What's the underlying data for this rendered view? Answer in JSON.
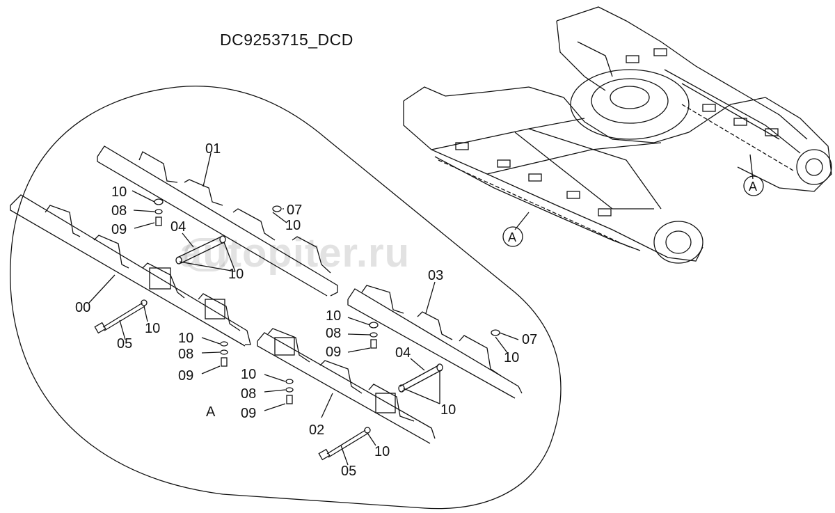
{
  "diagram": {
    "title": "DC9253715_DCD",
    "watermark": "autopiter.ru",
    "view_label": "A",
    "callouts": [
      {
        "id": "A",
        "label": "A"
      },
      {
        "id": "A",
        "label": "A"
      }
    ],
    "part_labels": [
      "01",
      "10",
      "08",
      "09",
      "04",
      "07",
      "10",
      "10",
      "00",
      "10",
      "05",
      "10",
      "08",
      "09",
      "03",
      "10",
      "08",
      "09",
      "07",
      "10",
      "04",
      "10",
      "10",
      "08",
      "09",
      "02",
      "10",
      "05"
    ]
  }
}
